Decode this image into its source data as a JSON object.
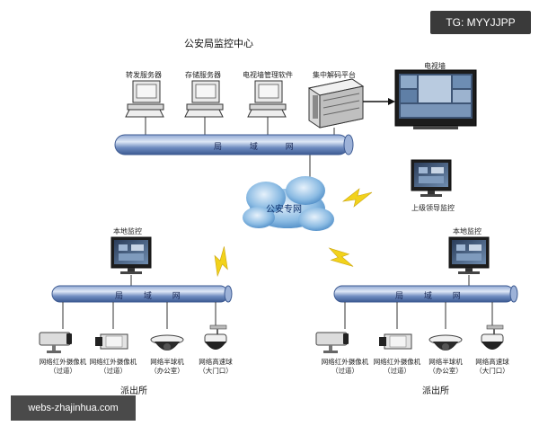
{
  "title": "公安局监控中心",
  "badge": "TG: MYYJJPP",
  "watermark": "webs-zhajinhua.com",
  "center": {
    "servers": [
      "转发服务器",
      "存储服务器",
      "电视墙管理软件",
      "集中解码平台"
    ],
    "tv_wall": "电视墙",
    "lan": "局 域 网"
  },
  "cloud": "公安专网",
  "superior": "上级领导监控",
  "stations": [
    {
      "local_monitor": "本地监控",
      "lan": "局 域 网",
      "name": "派出所",
      "cameras": [
        {
          "line1": "网络红外摄像机",
          "line2": "（过道）"
        },
        {
          "line1": "网络红外摄像机",
          "line2": "（过道）"
        },
        {
          "line1": "网络半球机",
          "line2": "（办公室）"
        },
        {
          "line1": "网络高速球",
          "line2": "（大门口）"
        }
      ]
    },
    {
      "local_monitor": "本地监控",
      "lan": "局 域 网",
      "name": "派出所",
      "cameras": [
        {
          "line1": "网络红外摄像机",
          "line2": "（过道）"
        },
        {
          "line1": "网络红外摄像机",
          "line2": "（过道）"
        },
        {
          "line1": "网络半球机",
          "line2": "（办公室）"
        },
        {
          "line1": "网络高速球",
          "line2": "（大门口）"
        }
      ]
    }
  ],
  "colors": {
    "pipe": "#4f6ea6",
    "pipe_light": "#c7d6ee",
    "bolt": "#f2d21b",
    "cloud": "#3b88c9"
  }
}
